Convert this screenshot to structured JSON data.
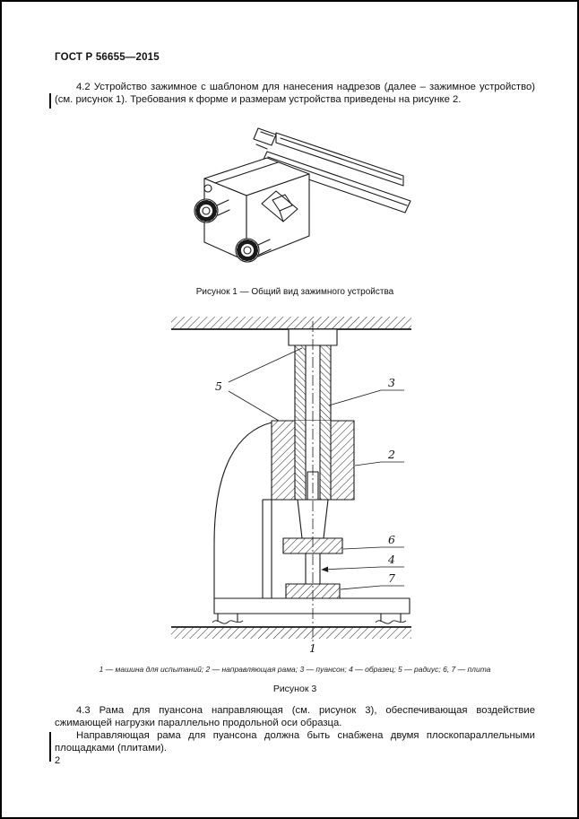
{
  "header": {
    "doc_code": "ГОСТ Р 56655—2015"
  },
  "sections": {
    "s42": "4.2 Устройство зажимное с шаблоном для нанесения надрезов (далее – зажимное устройство) (см. рисунок 1). Требования к форме и размерам устройства приведены на рисунке 2.",
    "s43a": "4.3 Рама для пуансона направляющая (см. рисунок 3), обеспечивающая воздействие сжимающей нагрузки параллельно продольной оси образца.",
    "s43b": "Направляющая рама для пуансона должна быть снабжена двумя плоскопараллельными площад­ками (плитами)."
  },
  "figure1": {
    "caption": "Рисунок 1 — Общий вид зажимного устройства"
  },
  "figure3": {
    "caption": "Рисунок 3",
    "legend": "1 — машина для испытаний; 2 — направляющая рама; 3 — пуансон; 4 — образец; 5 — радиус; 6, 7 — плита",
    "labels": {
      "l1": "1",
      "l2": "2",
      "l3": "3",
      "l4": "4",
      "l5": "5",
      "l6": "6",
      "l7": "7"
    }
  },
  "footer": {
    "page_number": "2"
  }
}
